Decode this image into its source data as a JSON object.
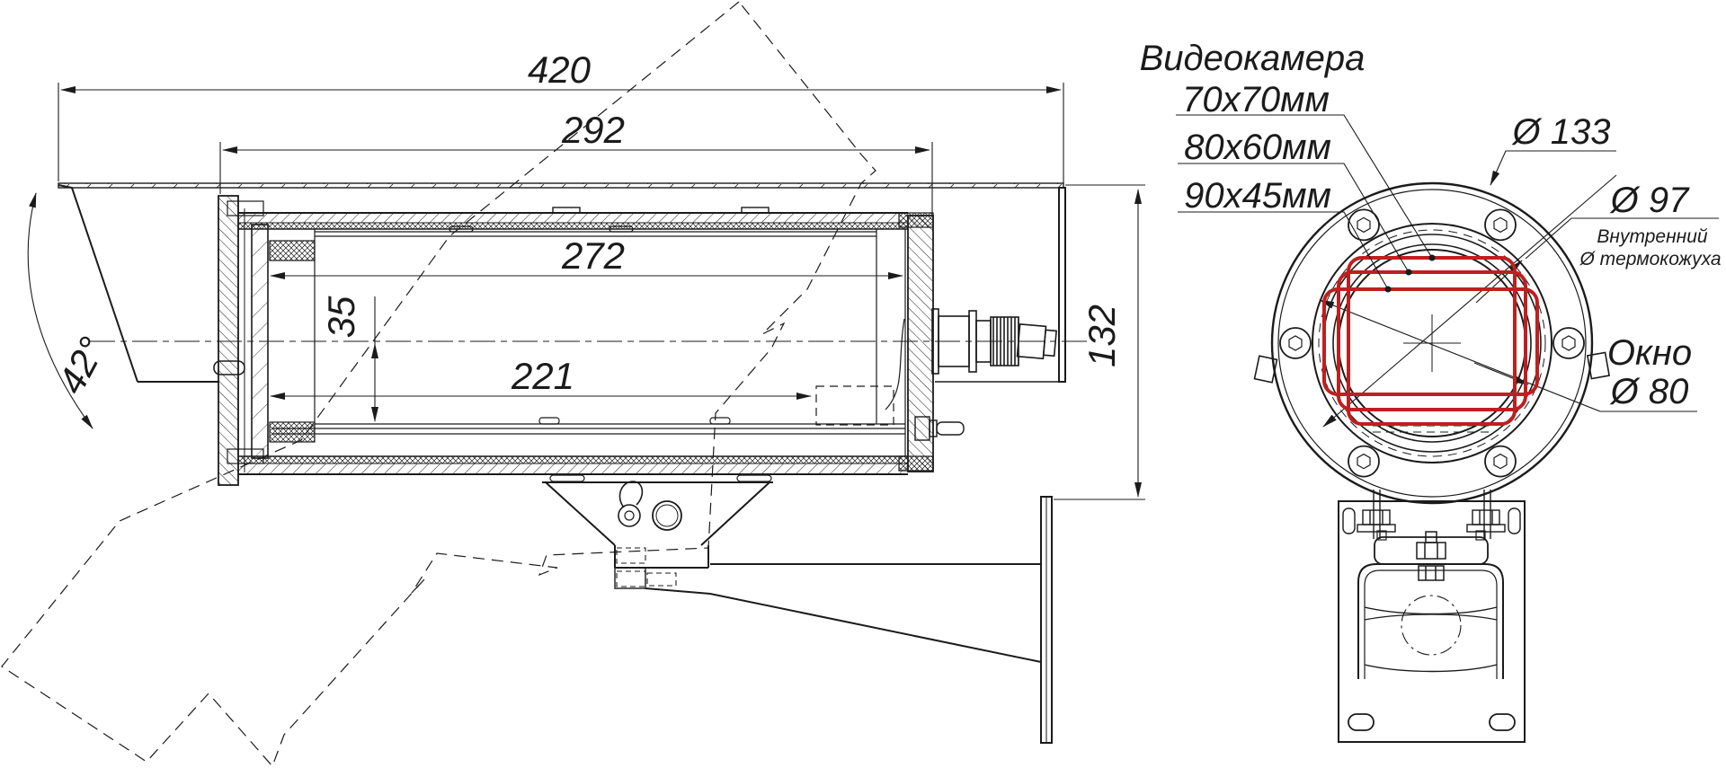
{
  "drawing": {
    "title": "Видеокамера",
    "colors": {
      "line": "#1b1b1b",
      "red": "#c01f1f",
      "background": "#ffffff"
    },
    "side_view": {
      "shield_length": "420",
      "housing_length": "292",
      "inner_length": "272",
      "camera_length": "221",
      "axis_offset": "35",
      "shield_angle": "42°",
      "height": "132"
    },
    "front_view": {
      "camera_size_1": "70x70мм",
      "camera_size_2": "80x60мм",
      "camera_size_3": "90x45мм",
      "flange_diameter": "Ø 133",
      "inner_diameter": "Ø 97",
      "inner_note_line1": "Внутренний",
      "inner_note_line2": "Ø термокожуха",
      "window_label": "Окно",
      "window_diameter": "Ø 80"
    }
  }
}
